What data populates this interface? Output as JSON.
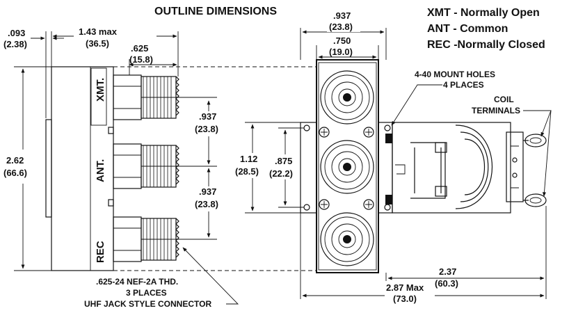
{
  "title": "OUTLINE DIMENSIONS",
  "legend": {
    "xmt": "XMT - Normally Open",
    "ant": "ANT - Common",
    "rec": "REC -Normally Closed"
  },
  "side_view": {
    "port_labels": [
      "XMT.",
      "ANT.",
      "REC"
    ],
    "dims": {
      "flange_in": ".093",
      "flange_mm": "(2.38)",
      "depth_in": "1.43 max",
      "depth_mm": "(36.5)",
      "thread_len_in": ".625",
      "thread_len_mm": "(15.8)",
      "spacing1_in": ".937",
      "spacing1_mm": "(23.8)",
      "spacing2_in": ".937",
      "spacing2_mm": "(23.8)",
      "height_in": "2.62",
      "height_mm": "(66.6)"
    },
    "thread_note": [
      ".625-24 NEF-2A THD.",
      "3 PLACES",
      "UHF JACK STYLE CONNECTOR"
    ]
  },
  "front_view": {
    "dims": {
      "width_in": ".937",
      "width_mm": "(23.8)",
      "inner_in": ".750",
      "inner_mm": "(19.0)",
      "mount_span_in": "1.12",
      "mount_span_mm": "(28.5)",
      "hole_span_in": ".875",
      "hole_span_mm": "(22.2)",
      "depth_in": "2.37",
      "depth_mm": "(60.3)",
      "overall_in": "2.87 Max",
      "overall_mm": "(73.0)"
    },
    "mount_note": [
      "4-40 MOUNT HOLES",
      "4 PLACES"
    ],
    "coil_note": [
      "COIL",
      "TERMINALS"
    ]
  }
}
